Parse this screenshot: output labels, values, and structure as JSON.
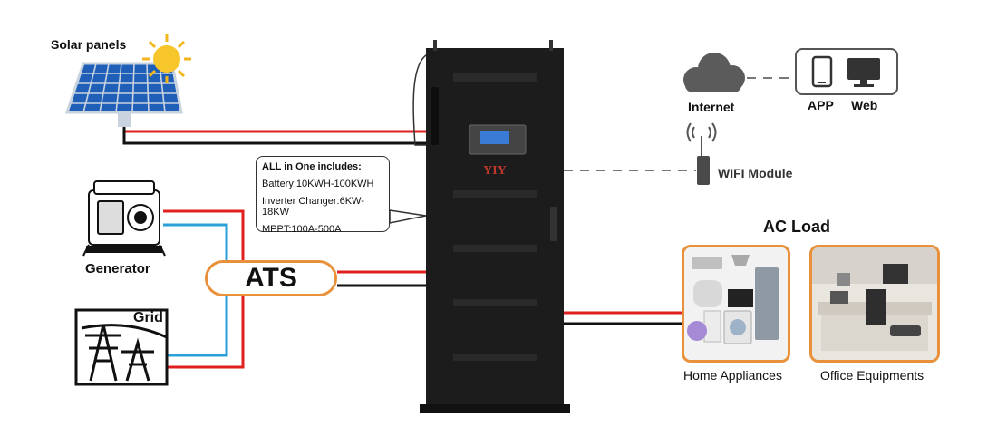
{
  "labels": {
    "solar_panels": "Solar panels",
    "generator": "Generator",
    "grid": "Grid",
    "ats": "ATS",
    "internet": "Internet",
    "app": "APP",
    "web": "Web",
    "wifi_module": "WIFI Module",
    "ac_load": "AC Load",
    "home_appliances": "Home Appliances",
    "office_equipments": "Office Equipments",
    "cabinet_brand": "YIY"
  },
  "callout": {
    "title": "ALL in One includes:",
    "rows": [
      "Battery:10KWH-100KWH",
      "Inverter Changer:6KW-18KW",
      "MPPT:100A-500A"
    ]
  },
  "colors": {
    "wire_positive": "#e0201e",
    "wire_negative": "#111111",
    "wire_signal": "#2a9fd8",
    "accent_orange": "#e8913a",
    "cabinet": "#1c1c1c",
    "dashed_link": "#777777"
  }
}
